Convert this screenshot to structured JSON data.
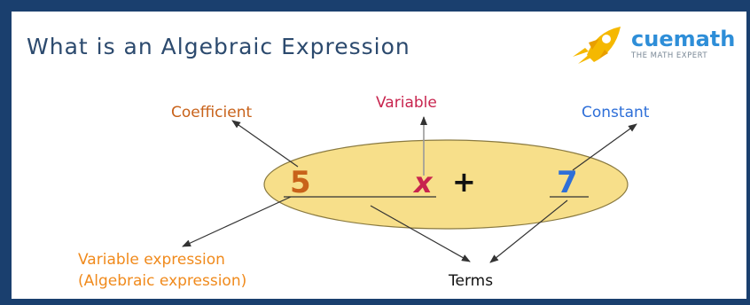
{
  "title": "What is an Algebraic Expression",
  "brand": {
    "name": "cuemath",
    "tagline": "THE MATH EXPERT",
    "icon": "rocket-icon"
  },
  "expression": {
    "coefficient": "5",
    "variable": "x",
    "operator": "+",
    "constant": "7"
  },
  "labels": {
    "coefficient": "Coefficient",
    "variable": "Variable",
    "constant": "Constant",
    "variable_expression_line1": "Variable expression",
    "variable_expression_line2": "(Algebraic expression)",
    "terms": "Terms"
  },
  "colors": {
    "frame": "#1a3f6e",
    "title": "#2c4a6e",
    "ellipse_fill": "#f7df8a",
    "coefficient": "#c8621a",
    "variable": "#c8244e",
    "constant": "#2e6fd8",
    "variable_expression": "#f08a1c",
    "brand": "#2e8ed8",
    "rocket": "#f5b800"
  }
}
